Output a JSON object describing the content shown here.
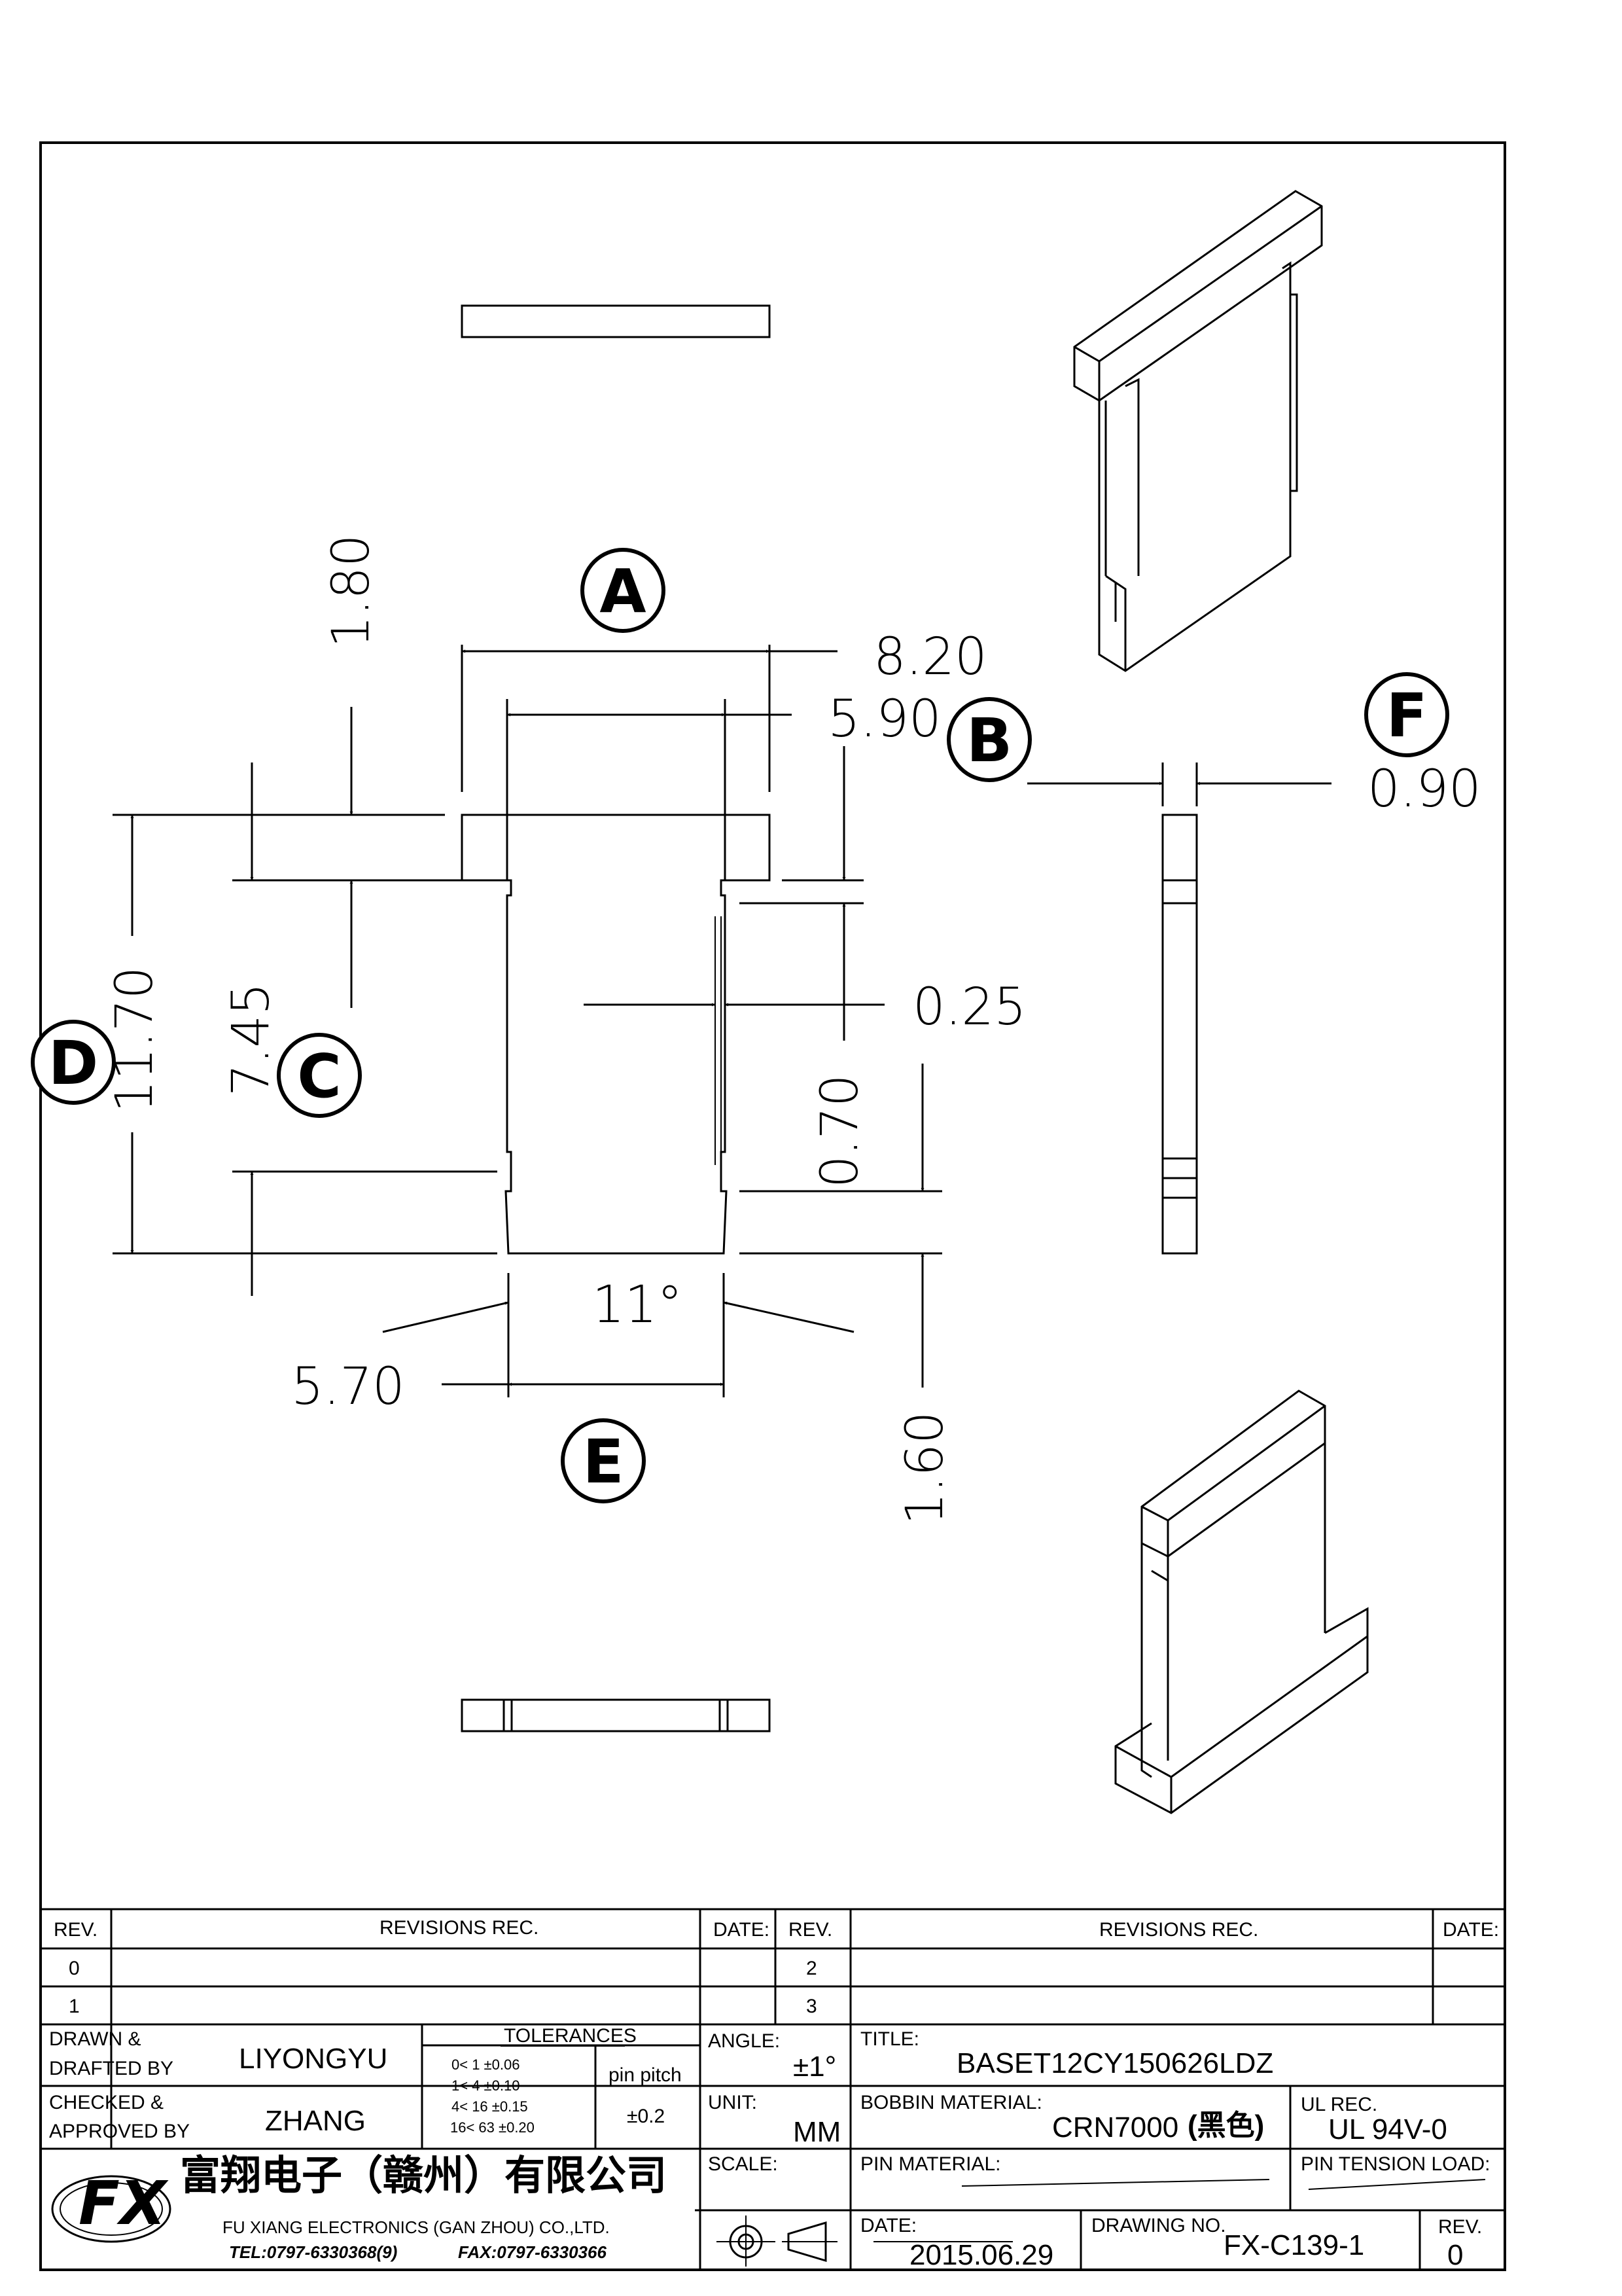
{
  "dimensions": {
    "d_820": "8.20",
    "d_590": "5.90",
    "d_180": "1.80",
    "d_090": "0.90",
    "d_1170": "11.70",
    "d_745": "7.45",
    "d_025": "0.25",
    "d_070": "0.70",
    "d_160": "1.60",
    "d_570": "5.70",
    "d_angle": "11°"
  },
  "labels": {
    "A": "A",
    "B": "B",
    "C": "C",
    "D": "D",
    "E": "E",
    "F": "F"
  },
  "revisions": {
    "rev_header": "REV.",
    "rec_header": "REVISIONS   REC.",
    "date_header": "DATE:",
    "rows_left": [
      "0",
      "1"
    ],
    "rows_right": [
      "2",
      "3"
    ]
  },
  "title_block": {
    "drawn_label_1": "DRAWN  &",
    "drawn_label_2": "DRAFTED  BY",
    "drawn_value": "LIYONGYU",
    "checked_label_1": "CHECKED  &",
    "checked_label_2": "APPROVED  BY",
    "checked_value": "ZHANG",
    "tolerances_title": "TOLERANCES",
    "tolerance_rows": [
      "0<   1    ±0.06",
      "1<   4    ±0.10",
      "4<   16  ±0.15",
      "16<  63  ±0.20"
    ],
    "pin_pitch_label": "pin pitch",
    "pin_pitch_value": "±0.2",
    "angle_label": "ANGLE:",
    "angle_value": "±1°",
    "unit_label": "UNIT:",
    "unit_value": "MM",
    "scale_label": "SCALE:",
    "title_label": "TITLE:",
    "title_value": "BASET12CY150626LDZ",
    "bobbin_label": "BOBBIN  MATERIAL:",
    "bobbin_value": "CRN7000",
    "bobbin_color": "(黑色)",
    "ul_label": "UL  REC.",
    "ul_value": "UL  94V-0",
    "pin_material_label": "PIN  MATERIAL:",
    "pin_tension_label": "PIN  TENSION  LOAD:",
    "date_label": "DATE:",
    "date_value": "2015.06.29",
    "drawing_no_label": "DRAWING  NO.",
    "drawing_no_value": "FX-C139-1",
    "rev_label": "REV.",
    "rev_value": "0",
    "company_cn": "富翔电子（赣州）有限公司",
    "company_en": "FU  XIANG  ELECTRONICS  (GAN  ZHOU)  CO.,LTD.",
    "tel": "TEL:0797-6330368(9)",
    "fax": "FAX:0797-6330366",
    "logo_text": "FX"
  }
}
